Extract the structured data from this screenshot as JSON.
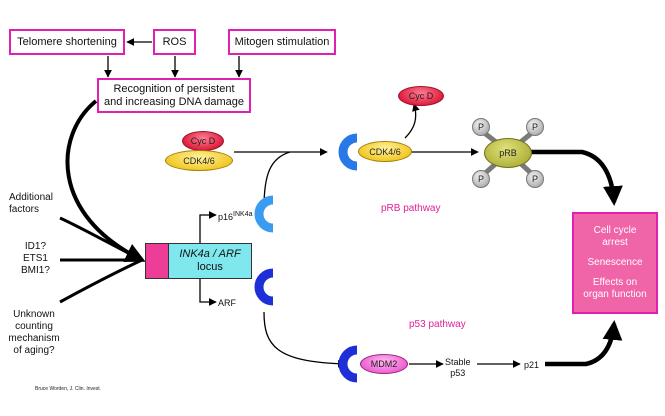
{
  "inputs": {
    "telomere": "Telomere shortening",
    "ros": "ROS",
    "mitogen": "Mitogen stimulation",
    "recognition_line1": "Recognition of persistent",
    "recognition_line2": "and increasing DNA damage"
  },
  "side_factors": {
    "additional_line1": "Additional",
    "additional_line2": "factors",
    "id1": "ID1?",
    "ets1": "ETS1",
    "bmi1": "BMI1?",
    "unknown_line1": "Unknown",
    "unknown_line2": "counting",
    "unknown_line3": "mechanism",
    "unknown_line4": "of aging?"
  },
  "locus": {
    "line1": "INK4a / ARF",
    "line2": "locus"
  },
  "proteins": {
    "cycd": "Cyc D",
    "cdk46": "CDK4/6",
    "cdk46_bound": "CDK4/6",
    "cycd_released": "Cyc D",
    "prb": "pRB",
    "p": "P",
    "mdm2": "MDM2"
  },
  "labels": {
    "p16": "p16",
    "p16_sup": "INK4a",
    "arf": "ARF",
    "stable_line1": "Stable",
    "stable_line2": "p53",
    "p21": "p21",
    "prb_pathway": "pRB pathway",
    "p53_pathway": "p53 pathway"
  },
  "outcome": {
    "line1": "Cell cycle",
    "line2": "arrest",
    "senescence": "Senescence",
    "effects_line1": "Effects on",
    "effects_line2": "organ function"
  },
  "credit": "Bruce Worden, J. Clin. Invest.",
  "colors": {
    "box_border": "#e020b0",
    "pathway_text": "#e0209a",
    "outcome_fill": "#f064a8"
  }
}
